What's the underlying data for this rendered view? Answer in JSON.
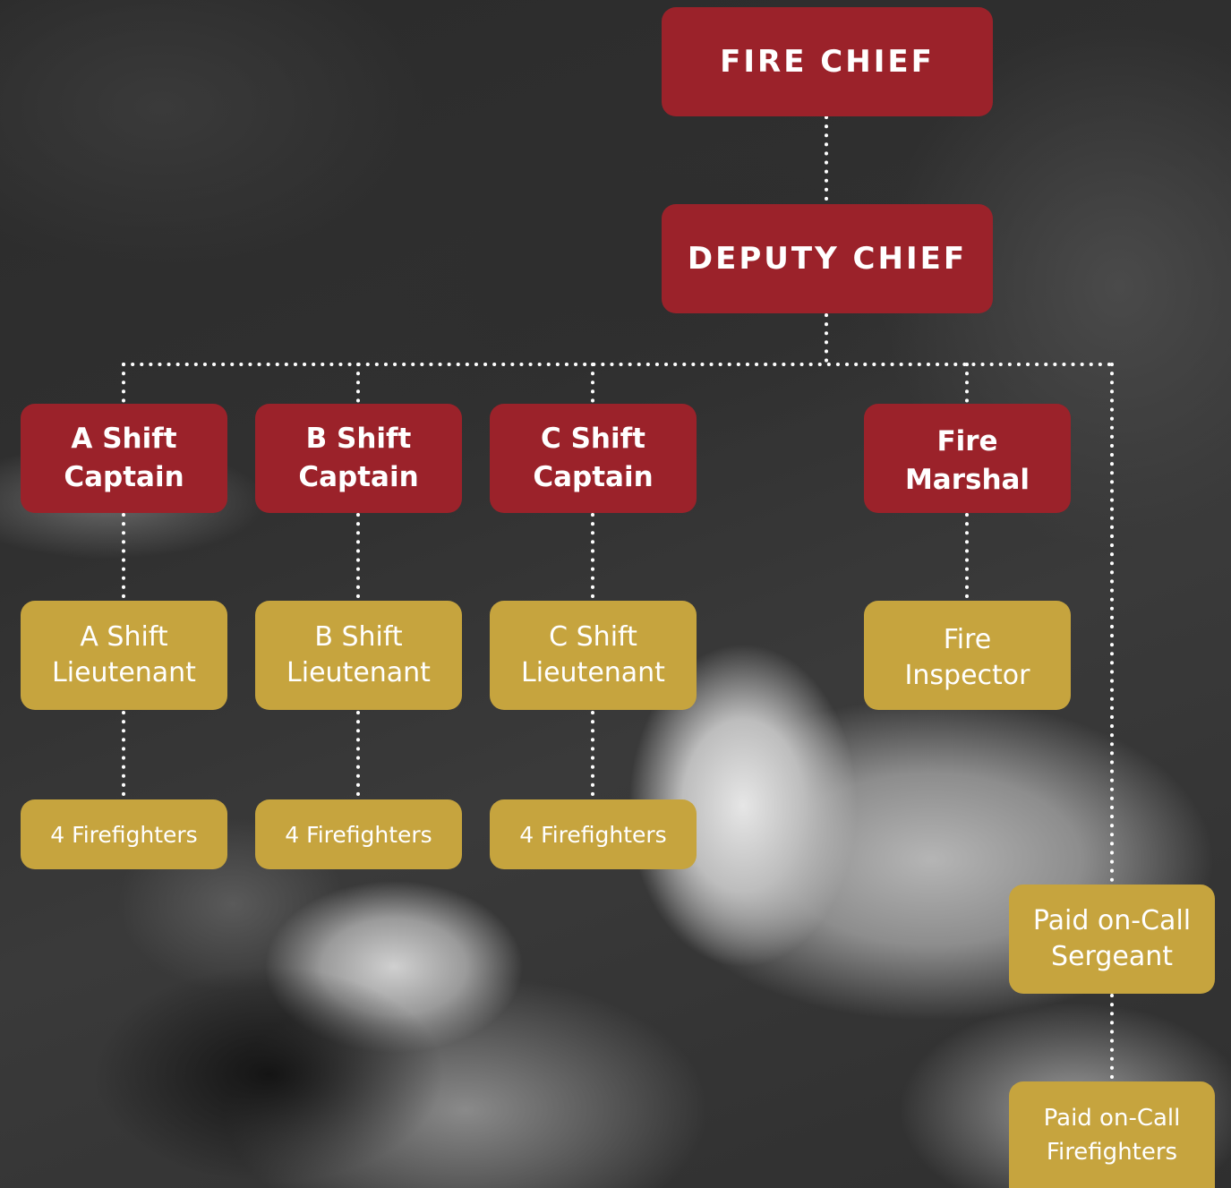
{
  "chart": {
    "top": {
      "fire_chief": "FIRE CHIEF",
      "deputy_chief": "DEPUTY CHIEF"
    },
    "captains": [
      {
        "label": "A Shift\nCaptain"
      },
      {
        "label": "B Shift\nCaptain"
      },
      {
        "label": "C Shift\nCaptain"
      }
    ],
    "fire_marshal": "Fire\nMarshal",
    "lieutenants": [
      {
        "label": "A Shift\nLieutenant"
      },
      {
        "label": "B Shift\nLieutenant"
      },
      {
        "label": "C Shift\nLieutenant"
      }
    ],
    "fire_inspector": "Fire\nInspector",
    "firefighters": [
      {
        "label": "4 Firefighters"
      },
      {
        "label": "4 Firefighters"
      },
      {
        "label": "4 Firefighters"
      }
    ],
    "paid_on_call": {
      "sergeant": "Paid on-Call\nSergeant",
      "firefighters": "Paid on-Call\nFirefighters"
    }
  },
  "colors": {
    "command_red": "#9b222a",
    "staff_gold": "#c6a43e",
    "connector": "#ffffff"
  },
  "background": {
    "icon": "firefighter-hose-photo"
  }
}
